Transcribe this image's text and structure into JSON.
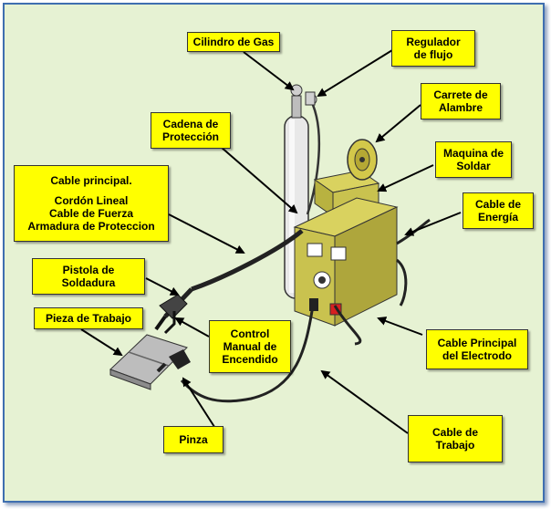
{
  "labels": {
    "gas_cylinder": "Cilindro de Gas",
    "flow_regulator": [
      "Regulador",
      "de flujo"
    ],
    "wire_reel": [
      "Carrete de",
      "Alambre"
    ],
    "protection_chain": [
      "Cadena de",
      "Protección"
    ],
    "welding_machine": [
      "Maquina de",
      "Soldar"
    ],
    "power_cable": [
      "Cable de",
      "Energía"
    ],
    "main_cable": [
      "Cable principal.",
      "",
      "Cordón Lineal",
      "Cable de Fuerza",
      "Armadura de Proteccion"
    ],
    "welding_gun": [
      "Pistola de",
      "Soldadura"
    ],
    "work_piece": "Pieza de Trabajo",
    "manual_control": [
      "Control",
      "Manual de",
      "Encendido"
    ],
    "electrode_cable": [
      "Cable Principal",
      "del Electrodo"
    ],
    "clamp": "Pinza",
    "work_cable": [
      "Cable de",
      "Trabajo"
    ]
  },
  "colors": {
    "background": "#e6f2d3",
    "label_fill": "#ffff00",
    "machine_body": "#c9c24f",
    "cylinder": "#e4e4e4",
    "frame_border": "#3f6fb0"
  }
}
